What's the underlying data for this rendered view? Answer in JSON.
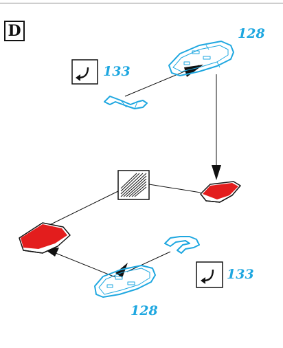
{
  "step_label": "D",
  "part_numbers": {
    "top_plate": "128",
    "top_clip": "133",
    "bottom_clip": "133",
    "bottom_plate": "128"
  },
  "colors": {
    "part_blue": "#1ea7e0",
    "stripe_red": "#e31d1d",
    "line": "#111111",
    "rule": "#888888"
  },
  "icons": [
    "step-letter-box",
    "bend-arrow-icon",
    "wood-grain-texture-icon"
  ]
}
